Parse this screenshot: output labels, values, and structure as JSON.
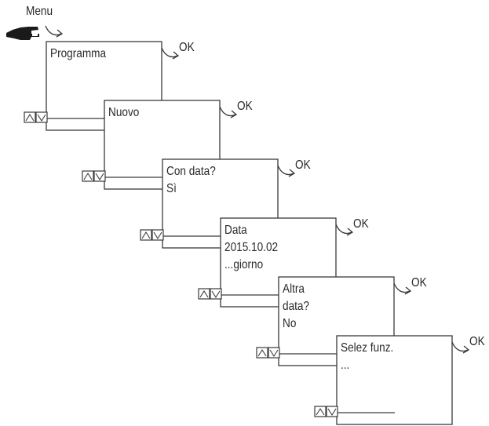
{
  "menu_label": "Menu",
  "ok_label": "OK",
  "steps": [
    {
      "lines": [
        "Programma"
      ]
    },
    {
      "lines": [
        "Nuovo"
      ]
    },
    {
      "lines": [
        "Con data?",
        "Sì"
      ]
    },
    {
      "lines": [
        "Data",
        "2015.10.02",
        "...giorno"
      ]
    },
    {
      "lines": [
        "Altra",
        "data?",
        "No"
      ]
    },
    {
      "lines": [
        "Selez funz.",
        "..."
      ]
    }
  ],
  "colors": {
    "line": "#3a3a3a",
    "text": "#2a2a2a"
  }
}
